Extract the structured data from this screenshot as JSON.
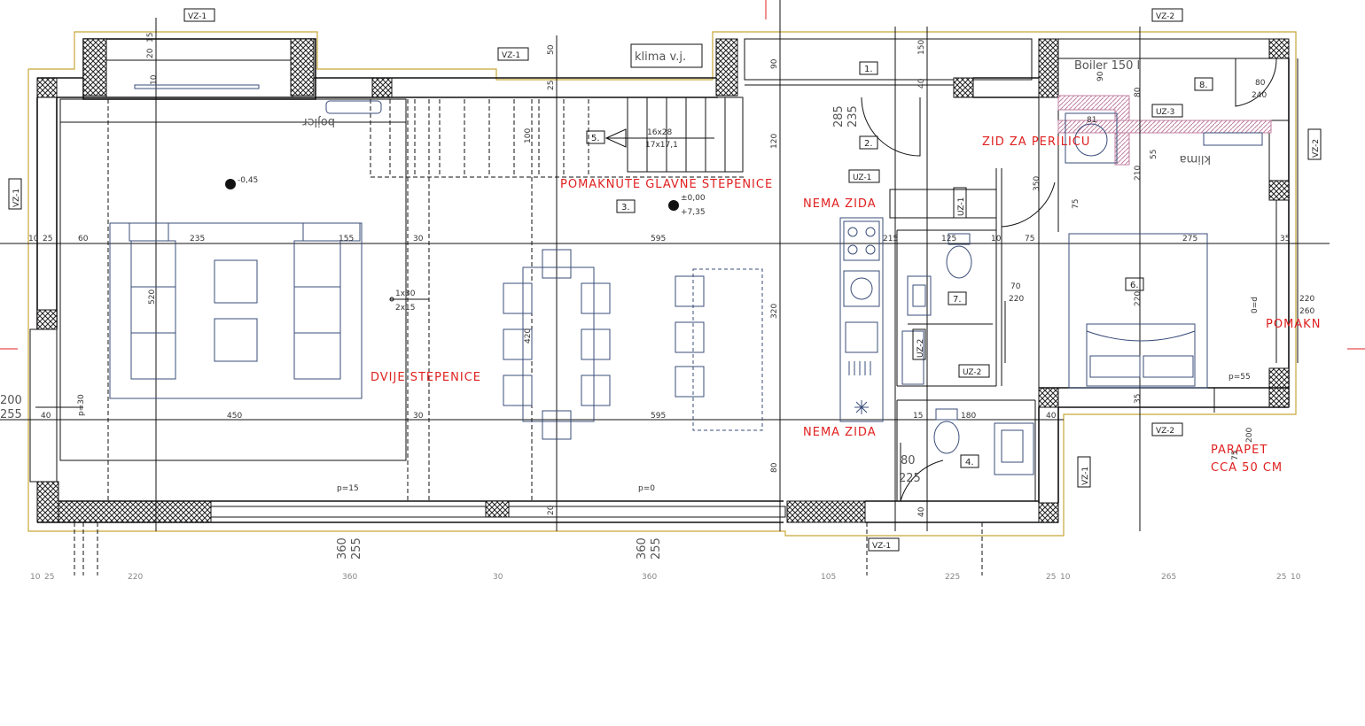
{
  "labels": {
    "vz1": "VZ-1",
    "vz2": "VZ-2",
    "uz1": "UZ-1",
    "uz2": "UZ-2",
    "uz3": "UZ-3",
    "klima_vj": "klima v.j.",
    "boiler": "Boiler 150 l",
    "bojler": "bojler",
    "klima": "klima",
    "stair_size1": "16x28",
    "stair_size2": "17x17,1",
    "level1": "-0,45",
    "level2": "±0,00",
    "level3": "+7,35",
    "small1": "1x30",
    "small2": "2x15",
    "p30": "p=30",
    "p15": "p=15",
    "p0": "p=0",
    "p55": "p=55",
    "d0": "0=d"
  },
  "rooms": [
    "1.",
    "2.",
    "3.",
    "4.",
    "5.",
    "6.",
    "7.",
    "8."
  ],
  "notes": {
    "stairs_moved": "POMAKNUTE GLAVNE STEPENICE",
    "no_wall1": "NEMA ZIDA",
    "no_wall2": "NEMA ZIDA",
    "two_stairs": "DVIJE STEPENICE",
    "laundry_wall": "ZID ZA PERILICU",
    "parapet1": "PARAPET",
    "parapet2": "CCA 50 CM",
    "pomakn": "POMAKN"
  },
  "dims": {
    "top": [
      "10",
      "25",
      "60",
      "235",
      "155",
      "30",
      "595",
      "215",
      "125",
      "10",
      "75",
      "275",
      "35"
    ],
    "bottom": [
      "40",
      "450",
      "30",
      "595",
      "15",
      "180",
      "40"
    ],
    "vertical": [
      "15",
      "20",
      "50",
      "25",
      "90",
      "150",
      "10",
      "40",
      "120",
      "100",
      "520",
      "420",
      "320",
      "80",
      "20",
      "35",
      "80",
      "90",
      "55",
      "210",
      "350",
      "75",
      "220",
      "40"
    ],
    "openings": {
      "o1a": "285",
      "o1b": "235",
      "o2a": "360",
      "o2b": "255",
      "o3a": "360",
      "o3b": "255",
      "o4a": "200",
      "o4b": "255",
      "o5a": "80",
      "o5b": "240",
      "o6a": "70",
      "o6b": "220",
      "o7a": "80",
      "o7b": "225",
      "o8a": "220",
      "o8b": "260",
      "o9a": "75",
      "o9b": "200",
      "o10": "81"
    },
    "cut": [
      "10",
      "25",
      "220",
      "360",
      "30",
      "360",
      "105",
      "225",
      "25",
      "10",
      "265",
      "25",
      "10"
    ]
  },
  "colors": {
    "wall_line": "#111111",
    "outline_yellow": "#c8a838",
    "annotation_red": "#e02020",
    "furniture_blue": "#3a4d7a",
    "boiler_hatch": "#c080a0"
  }
}
